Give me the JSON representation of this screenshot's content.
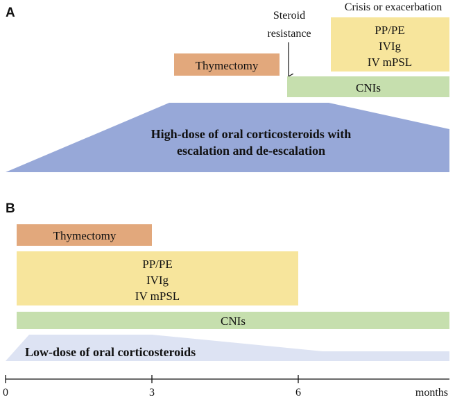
{
  "colors": {
    "thymectomy": "#e2a87c",
    "rescue": "#f7e59c",
    "cni": "#c6dfae",
    "steroid_high": "#97a8d8",
    "steroid_low": "#dde3f3",
    "text": "#111111",
    "axis": "#111111"
  },
  "panel_a": {
    "label": "A",
    "thymectomy": "Thymectomy",
    "steroid_resistance_line1": "Steroid",
    "steroid_resistance_line2": "resistance",
    "crisis": "Crisis or exacerbation",
    "rescue_line1": "PP/PE",
    "rescue_line2": "IVIg",
    "rescue_line3": "IV mPSL",
    "cni": "CNIs",
    "steroid_line1": "High-dose of oral corticosteroids with",
    "steroid_line2": "escalation and de-escalation"
  },
  "panel_b": {
    "label": "B",
    "thymectomy": "Thymectomy",
    "rescue_line1": "PP/PE",
    "rescue_line2": "IVIg",
    "rescue_line3": "IV mPSL",
    "cni": "CNIs",
    "steroid": "Low-dose of oral corticosteroids"
  },
  "axis": {
    "ticks": [
      "0",
      "3",
      "6"
    ],
    "unit": "months"
  }
}
